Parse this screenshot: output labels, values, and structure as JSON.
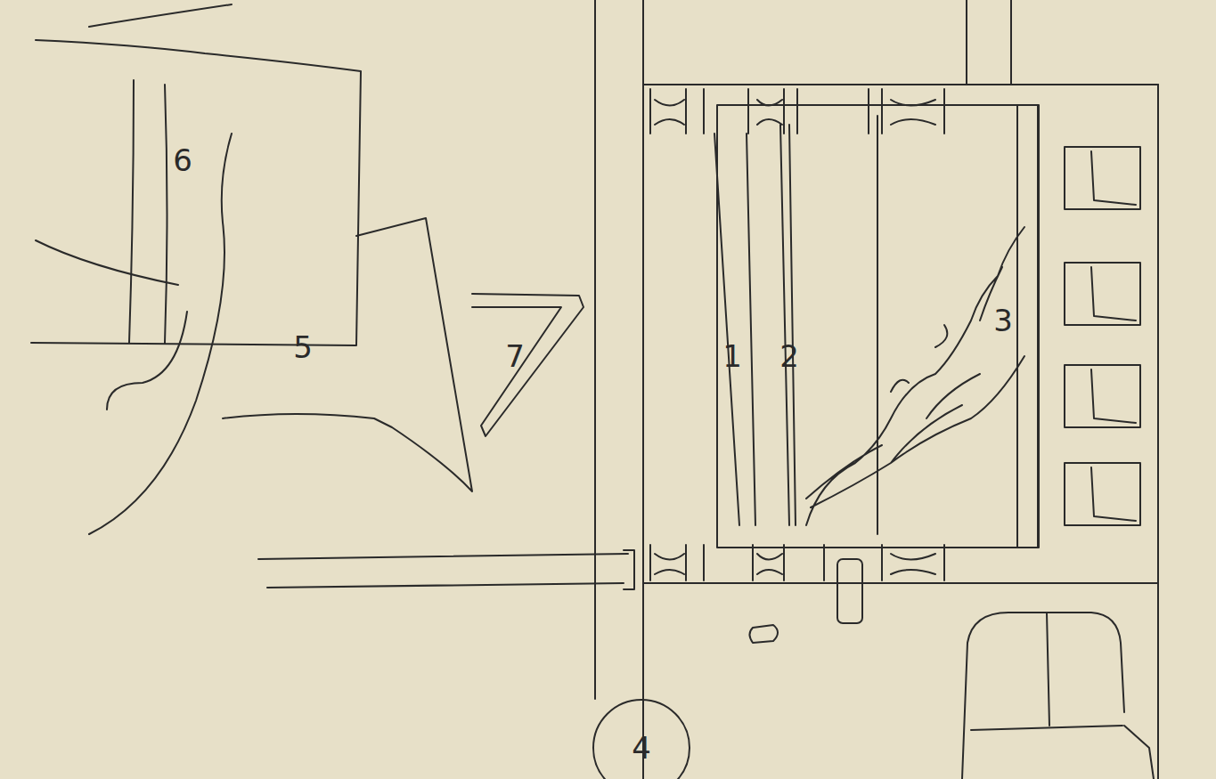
{
  "diagram": {
    "nodes": [
      {
        "text": [
          "4"
        ]
      }
    ],
    "edges": [],
    "labels": [
      "1",
      "2",
      "3",
      "5",
      "6",
      "7"
    ]
  }
}
